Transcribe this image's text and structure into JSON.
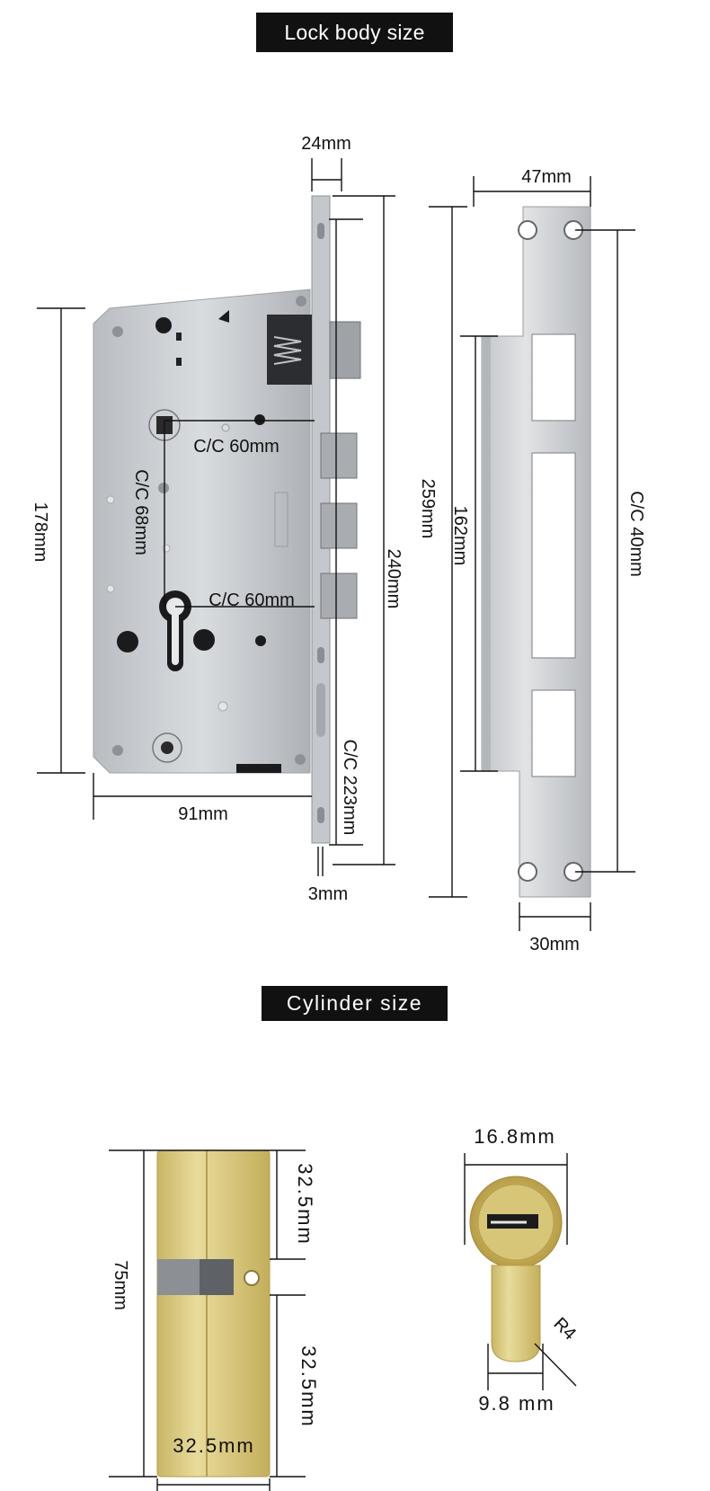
{
  "headings": {
    "lock_body": "Lock body size",
    "cylinder": "Cylinder size"
  },
  "lock_body": {
    "width_top": "24mm",
    "cc_handle": "C/C 60mm",
    "cc_vertical": "C/C 68mm",
    "cc_cylinder": "C/C 60mm",
    "height_case": "178mm",
    "width_case": "91mm",
    "faceplate_height": "240mm",
    "faceplate_cc": "C/C 223mm",
    "faceplate_thickness": "3mm"
  },
  "strike_plate": {
    "width_top": "47mm",
    "height_total": "259mm",
    "height_lip": "162mm",
    "hole_cc": "C/C 40mm",
    "width_bottom": "30mm"
  },
  "cylinder": {
    "half_top": "32.5mm",
    "half_bottom": "32.5mm",
    "length": "75mm",
    "width": "32.5mm",
    "diameter": "16.8mm",
    "radius": "R4",
    "tail_width": "9.8 mm"
  },
  "colors": {
    "steel": "#c9ccd0",
    "brass": "#d9c87a"
  }
}
